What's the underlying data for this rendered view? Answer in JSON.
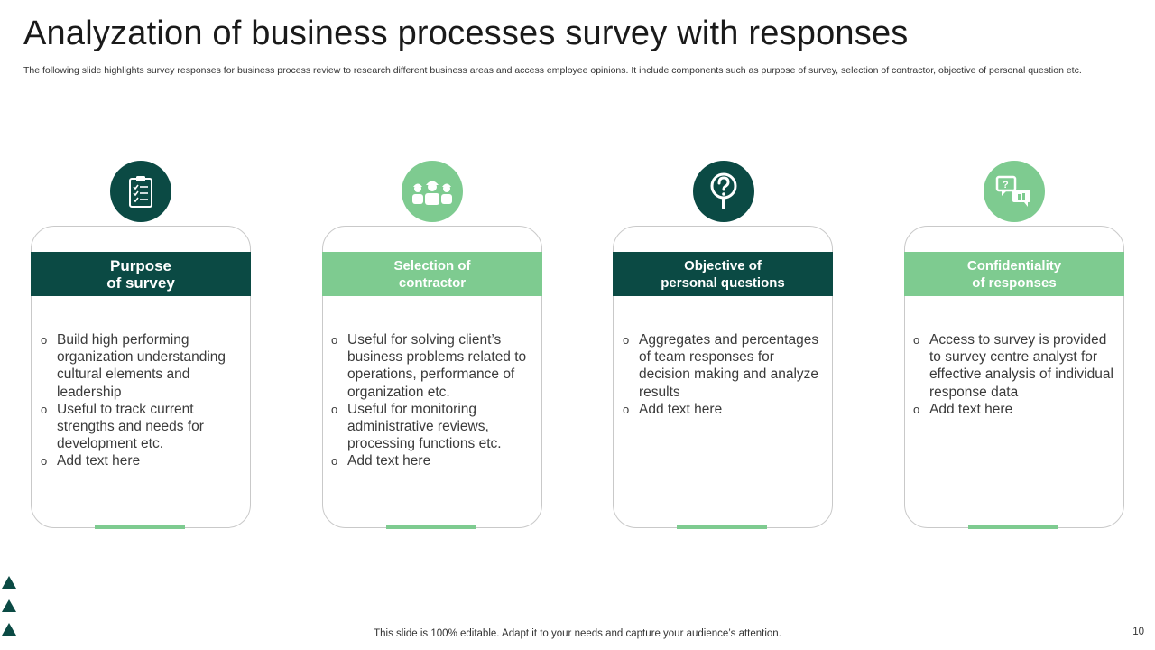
{
  "slide": {
    "title": "Analyzation  of business processes survey with responses",
    "subtitle": "The following slide highlights survey responses for business process review to research different business areas and access employee opinions. It include components such as purpose of survey, selection of contractor, objective of personal question etc.",
    "footer": "This slide is 100% editable. Adapt it to your needs and capture your audience’s attention.",
    "page_number": "10"
  },
  "colors": {
    "dark_green": "#0b4a44",
    "light_green": "#7ecb90"
  },
  "cards": [
    {
      "icon": "clipboard-checklist-icon",
      "heading_line1": "Purpose",
      "heading_line2": "of survey",
      "bullets": [
        "Build high performing organization understanding cultural  elements and leadership",
        "Useful to track current strengths and needs for development etc.",
        "Add text here"
      ]
    },
    {
      "icon": "workers-team-icon",
      "heading_line1": "Selection of",
      "heading_line2": "contractor",
      "bullets": [
        "Useful for solving client’s business problems related to operations, performance of organization etc.",
        "Useful for monitoring administrative reviews, processing functions  etc.",
        "Add text here"
      ]
    },
    {
      "icon": "question-search-icon",
      "heading_line1": "Objective of",
      "heading_line2": "personal questions",
      "bullets": [
        "Aggregates and percentages of team responses for decision making and analyze  results",
        "Add text here"
      ]
    },
    {
      "icon": "chat-bubbles-icon",
      "heading_line1": "Confidentiality",
      "heading_line2": "of responses",
      "bullets": [
        "Access to survey  is provided to survey centre analyst for effective analysis of individual response data",
        "Add text here"
      ]
    }
  ]
}
